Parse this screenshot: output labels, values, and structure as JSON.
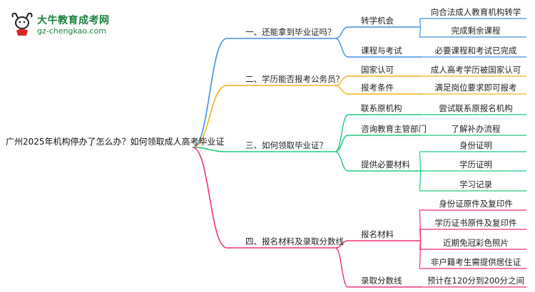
{
  "logo": {
    "title": "大牛教育成考网",
    "subtitle": "gz-chengkao.com"
  },
  "colors": {
    "branch1": "#3d8fe0",
    "branch2": "#f0b21a",
    "branch3": "#1ec97e",
    "branch4": "#ef2f7c"
  },
  "root": "广州2025年机构停办了怎么办？如何领取成人高考毕业证",
  "branches": [
    {
      "label": "一、还能拿到毕业证吗？",
      "children": [
        {
          "label": "转学机会",
          "children": [
            "向合法成人教育机构转学",
            "完成剩余课程"
          ]
        },
        {
          "label": "课程与考试",
          "children": [
            "必要课程和考试已完成"
          ]
        }
      ]
    },
    {
      "label": "二、学历能否报考公务员？",
      "children": [
        {
          "label": "国家认可",
          "children": [
            "成人高考学历被国家认可"
          ]
        },
        {
          "label": "报考条件",
          "children": [
            "满足岗位要求即可报考"
          ]
        }
      ]
    },
    {
      "label": "三、如何领取毕业证？",
      "children": [
        {
          "label": "联系原机构",
          "children": [
            "尝试联系原报名机构"
          ]
        },
        {
          "label": "咨询教育主管部门",
          "children": [
            "了解补办流程"
          ]
        },
        {
          "label": "提供必要材料",
          "children": [
            "身份证明",
            "学历证明",
            "学习记录"
          ]
        }
      ]
    },
    {
      "label": "四、报名材料及录取分数线",
      "children": [
        {
          "label": "报名材料",
          "children": [
            "身份证原件及复印件",
            "学历证书原件及复印件",
            "近期免冠彩色照片",
            "非户籍考生需提供居住证"
          ]
        },
        {
          "label": "录取分数线",
          "children": [
            "预计在120分到200分之间"
          ]
        }
      ]
    }
  ]
}
